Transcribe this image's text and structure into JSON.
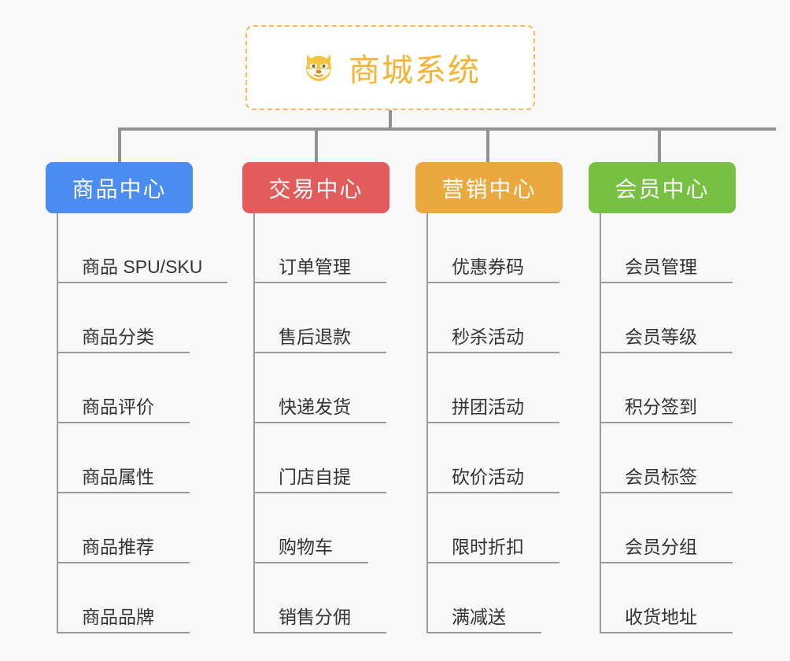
{
  "diagram": {
    "background_color": "#f8f8f8",
    "connector_color": "#919191",
    "root": {
      "icon": "shiba-dog-emoji",
      "icon_glyph": "🐶",
      "title": "商城系统",
      "text_color": "#f5b335",
      "border_color": "#f3b95a",
      "border_style": "dashed"
    },
    "categories": [
      {
        "label": "商品中心",
        "color": "#4a8cf0",
        "items": [
          "商品 SPU/SKU",
          "商品分类",
          "商品评价",
          "商品属性",
          "商品推荐",
          "商品品牌"
        ]
      },
      {
        "label": "交易中心",
        "color": "#e25c5c",
        "items": [
          "订单管理",
          "售后退款",
          "快递发货",
          "门店自提",
          "购物车",
          "销售分佣"
        ]
      },
      {
        "label": "营销中心",
        "color": "#eaa83e",
        "items": [
          "优惠券码",
          "秒杀活动",
          "拼团活动",
          "砍价活动",
          "限时折扣",
          "满减送"
        ]
      },
      {
        "label": "会员中心",
        "color": "#76c144",
        "items": [
          "会员管理",
          "会员等级",
          "积分签到",
          "会员标签",
          "会员分组",
          "收货地址"
        ]
      }
    ]
  }
}
